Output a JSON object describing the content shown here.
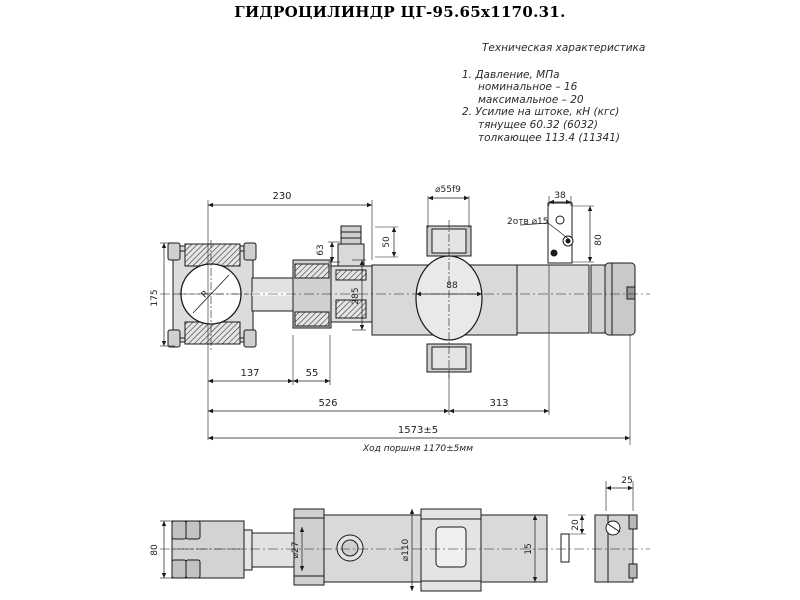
{
  "title": "ГИДРОЦИЛИНДР ЦГ-95.65х1170.31.",
  "spec": {
    "heading": "Техническая характеристика",
    "lines": [
      "1. Давление, МПа",
      "номинальное –   16",
      "максимальное – 20",
      "2. Усилие на штоке, кН (кгс)",
      "тянущее   60.32 (6032)",
      "толкающее 113.4 (11341)"
    ]
  },
  "dimensions": {
    "d230": "230",
    "d38": "38",
    "dd55": "⌀55f9",
    "d2otv": "2отв ⌀15",
    "d63": "63",
    "d50": "50",
    "d80a": "80",
    "d175": "175",
    "d285": "285",
    "d88": "88",
    "d137": "137",
    "d55": "55",
    "d526": "526",
    "d313": "313",
    "d1573": "1573±5",
    "stroke": "Ход поршня 1170±5мм",
    "d25": "25",
    "d80b": "80",
    "dd27": "⌀27",
    "dd110": "⌀110",
    "d15": "15",
    "d20": "20",
    "dR": "R"
  },
  "colors": {
    "line": "#1a1a1a",
    "fill": "#d9d9d9",
    "fill_dark": "#b8b8b8",
    "fill_light": "#ececec"
  }
}
